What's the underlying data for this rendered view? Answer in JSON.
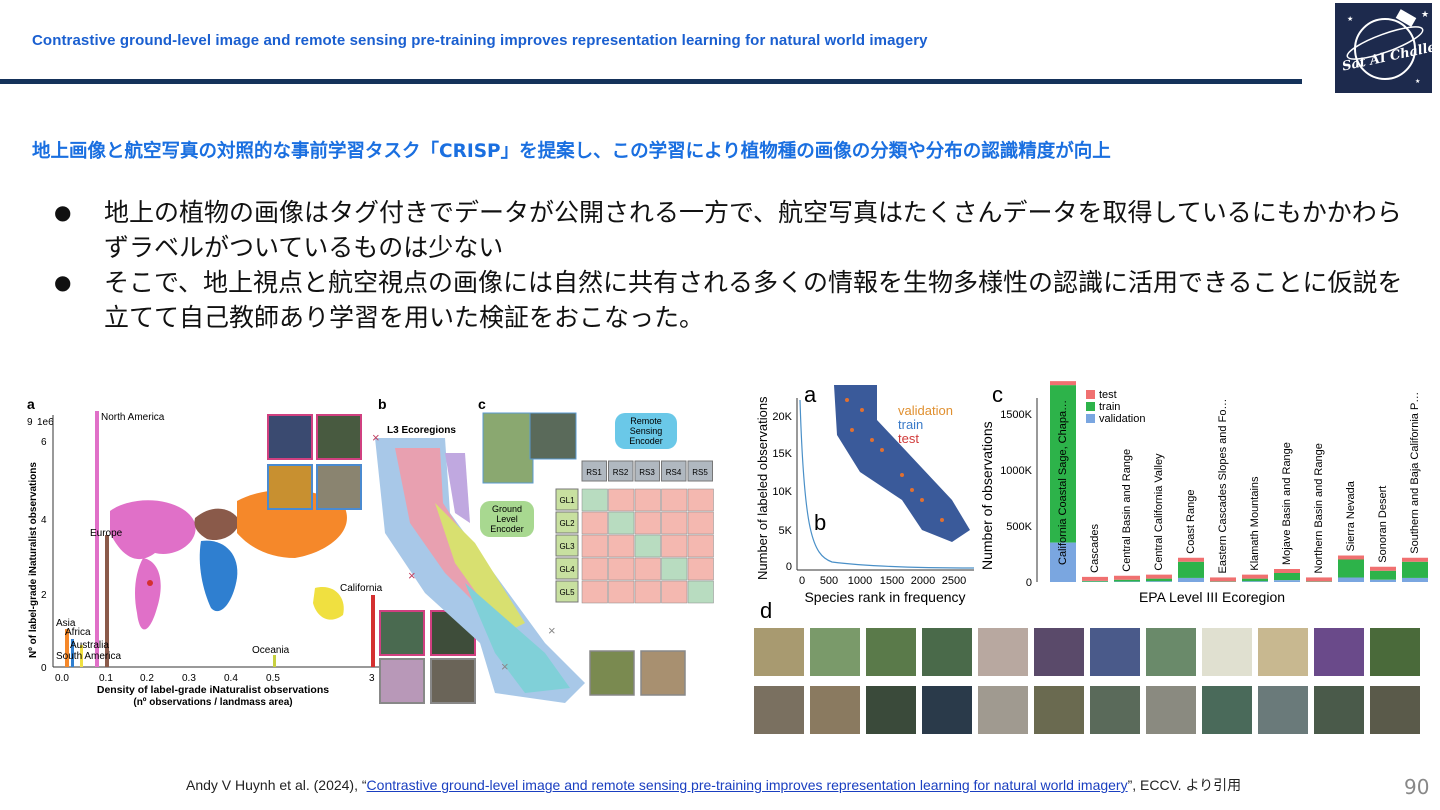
{
  "header": {
    "title": "Contrastive ground-level image and remote sensing pre-training improves representation learning for natural world imagery"
  },
  "logo": {
    "text": "Sat AI Challenge"
  },
  "subtitle": "地上画像と航空写真の対照的な事前学習タスク「CRISP」を提案し、この学習により植物種の画像の分類や分布の認識精度が向上",
  "bullets": [
    {
      "text": "地上の植物の画像はタグ付きでデータが公開される一方で、航空写真はたくさんデータを取得しているにもかかわらずラベルがついているものは少ない"
    },
    {
      "text": "そこで、地上視点と航空視点の画像には自然に共有される多くの情報を生物多様性の認識に活用できることに仮説を立てて自己教師あり学習を用いた検証をおこなった。"
    }
  ],
  "figure_left": {
    "panel_a": "a",
    "panel_b": "b",
    "panel_c": "c",
    "y_label": "Nº of label-grade iNaturalist observations",
    "y_scale": "1e6",
    "x_label_1": "Density of label-grade iNaturalist observations",
    "x_label_2": "(nº observations / landmass area)",
    "y_ticks": [
      "0",
      "2",
      "4",
      "6",
      "9"
    ],
    "x_ticks": [
      "0.0",
      "0.1",
      "0.2",
      "0.3",
      "0.4",
      "0.5",
      "3"
    ],
    "regions": [
      "North America",
      "Europe",
      "Asia",
      "Africa",
      "Australia",
      "South America",
      "Oceania",
      "California"
    ],
    "l3_label": "L3 Ecoregions",
    "rs_encoder": "Remote Sensing Encoder",
    "gl_encoder": "Ground Level Encoder",
    "rs_labels": [
      "RS1",
      "RS2",
      "RS3",
      "RS4",
      "RS5"
    ],
    "gl_labels": [
      "GL1",
      "GL2",
      "GL3",
      "GL4",
      "GL5"
    ]
  },
  "figure_right": {
    "panel_a": "a",
    "panel_b": "b",
    "panel_c": "c",
    "panel_d": "d",
    "legend_a": [
      "validation",
      "train",
      "test"
    ],
    "ylabel_a": "Number of labeled observations",
    "xlabel_a": "Species rank in frequency",
    "yticks_a": [
      "0",
      "5K",
      "10K",
      "15K",
      "20K"
    ],
    "xticks_a": [
      "0",
      "500",
      "1000",
      "1500",
      "2000",
      "2500"
    ],
    "ylabel_c": "Number of observations",
    "xlabel_c": "EPA Level III Ecoregion",
    "yticks_c": [
      "0",
      "500K",
      "1000K",
      "1500K"
    ],
    "legend_c": [
      "test",
      "train",
      "validation"
    ],
    "ecoregions": [
      "California Coastal Sage, Chaparral and Oak Woodlands",
      "Cascades",
      "Central Basin and Range",
      "Central California Valley",
      "Coast Range",
      "Eastern Cascades Slopes and Foothills",
      "Klamath Mountains",
      "Mojave Basin and Range",
      "Northern Basin and Range",
      "Sierra Nevada",
      "Sonoran Desert",
      "Southern and Baja California Pine-Oak Mountains"
    ]
  },
  "colors": {
    "train": "#2db34a",
    "test": "#f07070",
    "validation": "#7aa6e0",
    "header": "#1a5fd0",
    "rule": "#15325a"
  },
  "citation": {
    "prefix": "Andy V Huynh et al. (2024), “",
    "link": "Contrastive ground-level image and remote sensing pre-training improves representation learning for natural world imagery",
    "suffix": "”, ECCV. より引用"
  },
  "page_number": "90"
}
